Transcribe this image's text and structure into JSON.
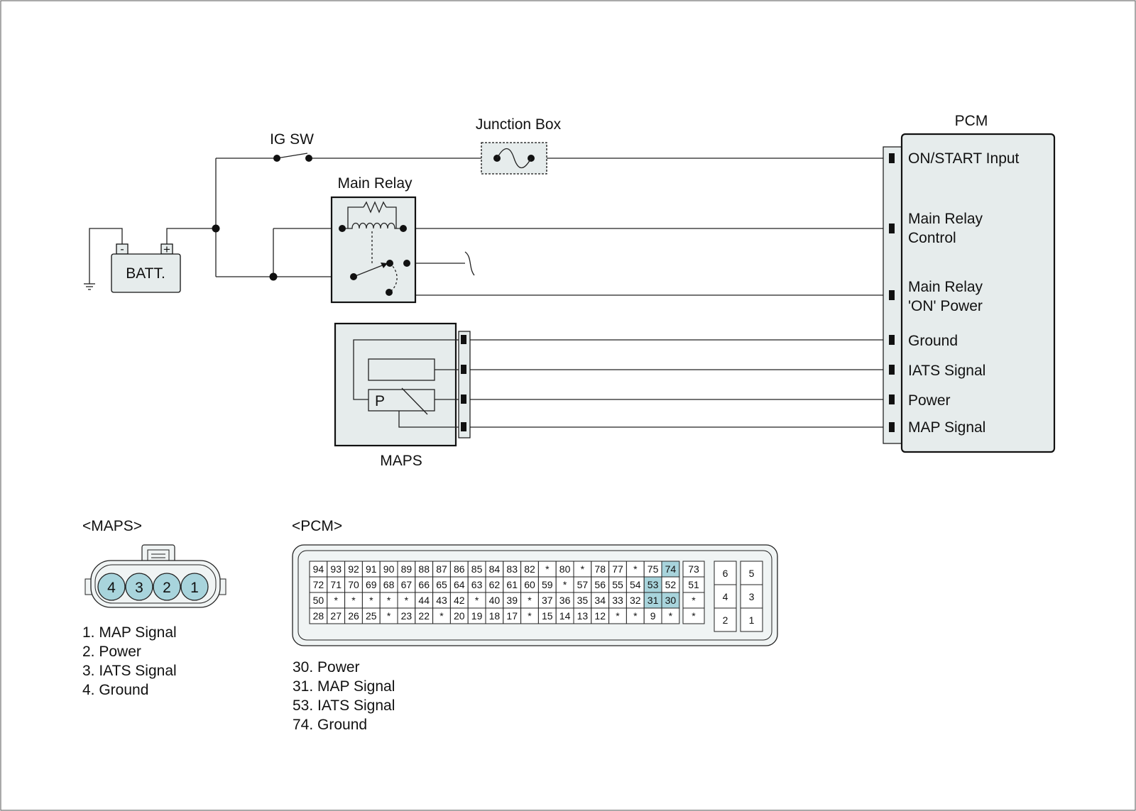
{
  "labels": {
    "ig_sw": "IG SW",
    "junction_box": "Junction Box",
    "pcm": "PCM",
    "main_relay": "Main Relay",
    "batt": "BATT.",
    "maps": "MAPS",
    "batt_minus": "-",
    "batt_plus": "+",
    "sensor_p": "P"
  },
  "pcm_inputs": [
    {
      "line1": "ON/START  Input",
      "line2": ""
    },
    {
      "line1": "Main Relay",
      "line2": "Control"
    },
    {
      "line1": "Main Relay",
      "line2": "'ON' Power"
    },
    {
      "line1": "Ground",
      "line2": ""
    },
    {
      "line1": "IATS Signal",
      "line2": ""
    },
    {
      "line1": "Power",
      "line2": ""
    },
    {
      "line1": "MAP Signal",
      "line2": ""
    }
  ],
  "maps_connector": {
    "title": "<MAPS>",
    "pins": [
      "4",
      "3",
      "2",
      "1"
    ],
    "legend": [
      "1. MAP Signal",
      "2. Power",
      "3. IATS Signal",
      "4. Ground"
    ]
  },
  "pcm_connector": {
    "title": "<PCM>",
    "rows": [
      [
        "94",
        "93",
        "92",
        "91",
        "90",
        "89",
        "88",
        "87",
        "86",
        "85",
        "84",
        "83",
        "82",
        "*",
        "80",
        "*",
        "78",
        "77",
        "*",
        "75",
        "74"
      ],
      [
        "72",
        "71",
        "70",
        "69",
        "68",
        "67",
        "66",
        "65",
        "64",
        "63",
        "62",
        "61",
        "60",
        "59",
        "*",
        "57",
        "56",
        "55",
        "54",
        "53",
        "52"
      ],
      [
        "50",
        "*",
        "*",
        "*",
        "*",
        "*",
        "44",
        "43",
        "42",
        "*",
        "40",
        "39",
        "*",
        "37",
        "36",
        "35",
        "34",
        "33",
        "32",
        "31",
        "30"
      ],
      [
        "28",
        "27",
        "26",
        "25",
        "*",
        "23",
        "22",
        "*",
        "20",
        "19",
        "18",
        "17",
        "*",
        "15",
        "14",
        "13",
        "12",
        "*",
        "*",
        "9",
        "*"
      ]
    ],
    "side_col": [
      "73",
      "51",
      "*",
      "*"
    ],
    "small_block": [
      [
        "6",
        "5"
      ],
      [
        "4",
        "3"
      ],
      [
        "2",
        "1"
      ]
    ],
    "highlighted": [
      "74",
      "53",
      "31",
      "30"
    ],
    "legend": [
      "30. Power",
      "31. MAP Signal",
      "53. IATS Signal",
      "74. Ground"
    ]
  },
  "colors": {
    "box_fill": "#e6ecec",
    "pin_highlight": "#a8d4dc",
    "connector_fill": "#f0f4f4"
  }
}
